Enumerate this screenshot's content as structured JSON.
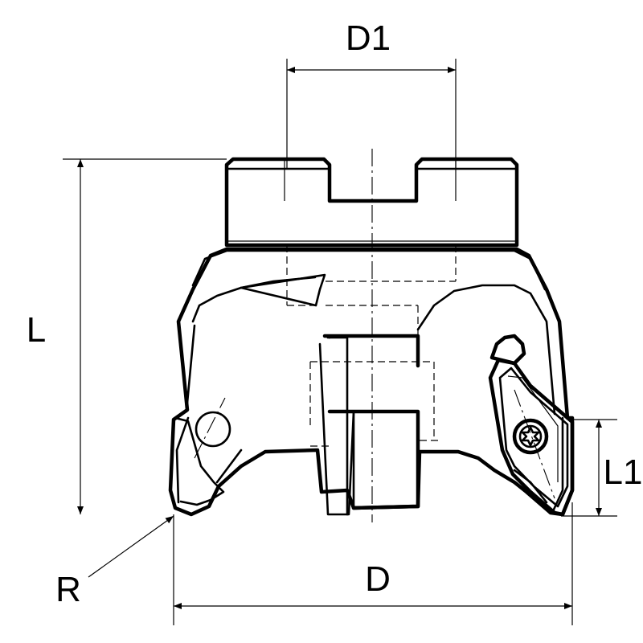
{
  "labels": {
    "D1": "D1",
    "L": "L",
    "L1": "L1",
    "R": "R",
    "D": "D"
  }
}
